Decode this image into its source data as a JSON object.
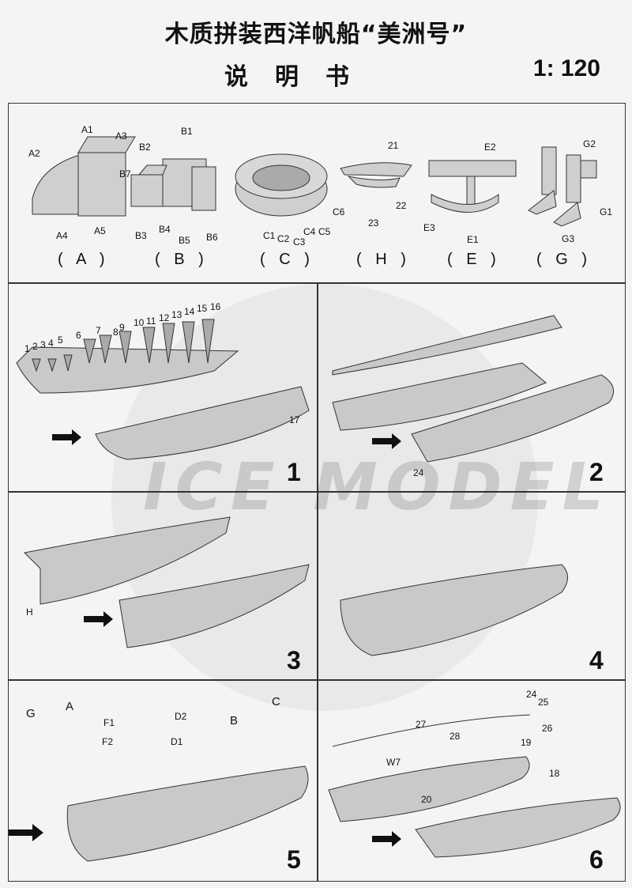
{
  "header": {
    "title": "木质拼装西洋帆船“美洲号”",
    "subtitle": "说明书",
    "scale": "1: 120"
  },
  "watermark": "ICE MODEL",
  "parts_groups": [
    {
      "label": "( A )",
      "parts": [
        "A1",
        "A2",
        "A3",
        "A4",
        "A5"
      ]
    },
    {
      "label": "( B )",
      "parts": [
        "B1",
        "B2",
        "B7",
        "B3",
        "B4",
        "B5",
        "B6"
      ]
    },
    {
      "label": "( C )",
      "parts": [
        "C1",
        "C2",
        "C3",
        "C4",
        "C5",
        "C6"
      ]
    },
    {
      "label": "( H )",
      "parts": [
        "21",
        "22",
        "23"
      ]
    },
    {
      "label": "( E )",
      "parts": [
        "E2",
        "E3",
        "E1"
      ]
    },
    {
      "label": "( G )",
      "parts": [
        "G2",
        "G1",
        "G3"
      ]
    }
  ],
  "steps": [
    {
      "number": "1",
      "labels": [
        "1",
        "2",
        "3",
        "4",
        "5",
        "6",
        "7",
        "8",
        "9",
        "10",
        "11",
        "12",
        "13",
        "14",
        "15",
        "16",
        "17"
      ]
    },
    {
      "number": "2",
      "labels": [
        "24"
      ]
    },
    {
      "number": "3",
      "labels": [
        "H"
      ]
    },
    {
      "number": "4",
      "labels": []
    },
    {
      "number": "5",
      "labels": [
        "G",
        "A",
        "F1",
        "F2",
        "D2",
        "D1",
        "B",
        "C"
      ]
    },
    {
      "number": "6",
      "labels": [
        "24",
        "25",
        "26",
        "27",
        "28",
        "19",
        "W7",
        "18",
        "20"
      ]
    }
  ]
}
